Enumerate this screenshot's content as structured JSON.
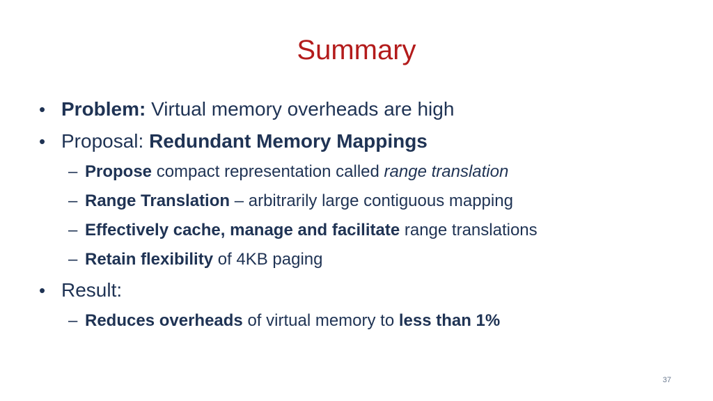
{
  "slide": {
    "title": "Summary",
    "page_number": "37",
    "bullets": {
      "problem": {
        "bold": "Problem:",
        "text": " Virtual memory overheads are high"
      },
      "proposal": {
        "text": "Proposal: ",
        "bold": "Redundant Memory Mappings",
        "subs": {
          "propose": {
            "bold": "Propose",
            "text": " compact representation called ",
            "italic": "range translation"
          },
          "range_translation": {
            "bold": "Range Translation",
            "text": " – arbitrarily large contiguous mapping"
          },
          "effectively": {
            "bold": "Effectively cache, manage and facilitate",
            "text": " range translations"
          },
          "retain": {
            "bold": "Retain flexibility",
            "text": " of 4KB paging"
          }
        }
      },
      "result": {
        "text": "Result:",
        "subs": {
          "reduces": {
            "bold": "Reduces overheads",
            "text": " of virtual memory to ",
            "bold2": "less than 1%"
          }
        }
      }
    },
    "glyphs": {
      "bullet": "•",
      "dash": "–"
    }
  }
}
